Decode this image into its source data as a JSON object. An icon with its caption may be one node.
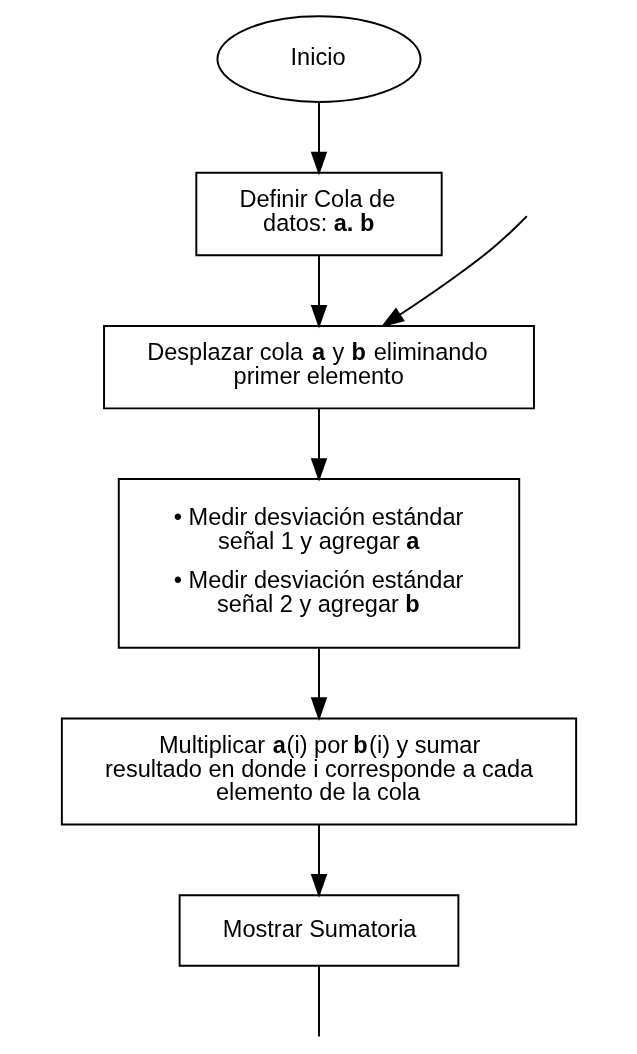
{
  "diagram": {
    "nodes": [
      {
        "text": [
          "Inicio"
        ]
      },
      {
        "text": [
          "Definir Cola de datos: **a. b**"
        ]
      },
      {
        "text": [
          "Desplazar cola **a** y **b** eliminando primer elemento"
        ]
      },
      {
        "text": [
          "• Medir desviación estándar señal 1 y agregar **a**",
          "• Medir desviación estándar señal 2 y agregar **b**"
        ]
      },
      {
        "text": [
          "Multiplicar **a**(i) por **b**(i) y sumar resultado en donde i corresponde a cada elemento de la cola"
        ]
      },
      {
        "text": [
          "Mostrar Sumatoria"
        ]
      }
    ],
    "edges": [
      {
        "from": 0,
        "to": 1,
        "arrow": "to"
      },
      {
        "from": 1,
        "to": 2,
        "arrow": "to"
      },
      {
        "from": null,
        "to": 2,
        "arrow": "to"
      },
      {
        "from": 2,
        "to": 3,
        "arrow": "to"
      },
      {
        "from": 3,
        "to": 4,
        "arrow": "to"
      },
      {
        "from": 4,
        "to": 5,
        "arrow": "to"
      },
      {
        "from": 5,
        "to": null,
        "arrow": "none"
      }
    ]
  }
}
